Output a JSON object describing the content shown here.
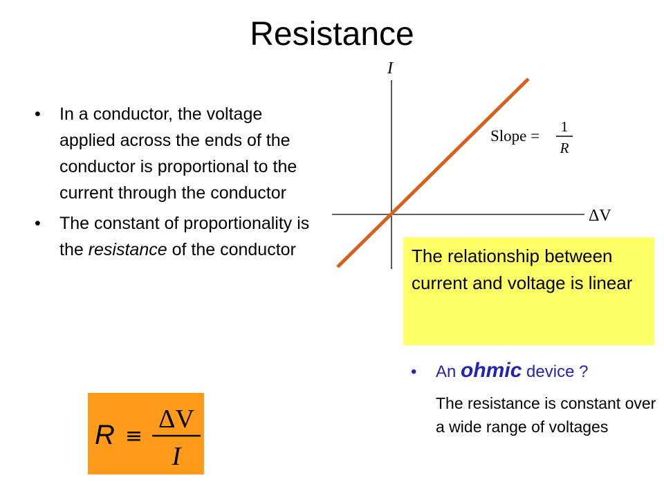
{
  "title": "Resistance",
  "bullets": {
    "b1": "In a conductor, the voltage applied across the ends of the conductor is proportional to the current through the conductor",
    "b2_pre": "The constant of proportionality is the ",
    "b2_emph": "resistance",
    "b2_post": " of the conductor"
  },
  "formula": {
    "lhs": "R",
    "relation": "≡",
    "numerator": "ΔV",
    "denominator": "I"
  },
  "graph": {
    "y_axis_label": "I",
    "x_axis_label": "ΔV",
    "slope_label": "Slope =",
    "slope_numerator": "1",
    "slope_denominator": "R"
  },
  "callout": {
    "text": "The relationship between current and voltage is linear"
  },
  "ohmic": {
    "pre": "An ",
    "emph": "ohmic",
    "post": " device ?",
    "description": "The resistance is constant over a wide range of voltages"
  },
  "colors": {
    "line": "#d9601a",
    "formula_bg": "#ff9a1a",
    "callout_bg": "#ffff66",
    "ohmic_text": "#2323b8"
  }
}
